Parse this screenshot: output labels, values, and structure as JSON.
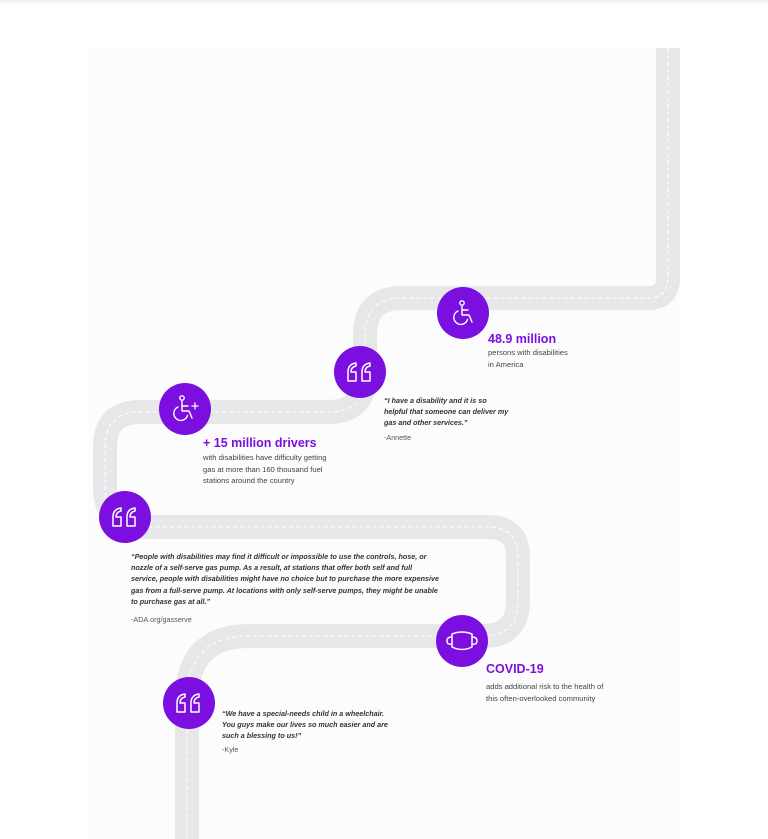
{
  "colors": {
    "accent": "#7a0fe0",
    "road": "#e7e7e9",
    "road_dash": "#ffffff",
    "icon": "#ffffff"
  },
  "stats": [
    {
      "icon": "wheelchair-icon",
      "title": "48.9 million",
      "desc": "persons with disabilities\nin America"
    },
    {
      "icon": "wheelchair-plus-icon",
      "title": "+ 15 million drivers",
      "desc": "with disabilities have difficulty getting\ngas at more than 160 thousand fuel\nstations around the country"
    },
    {
      "icon": "face-mask-icon",
      "title": "COVID-19",
      "desc": "adds additional risk to the health of\nthis often-overlooked community"
    }
  ],
  "quotes": [
    {
      "icon": "quote-icon",
      "text": "“I have a disability and it is so\nhelpful that someone can deliver my\ngas and other services.”",
      "author": "-Annette"
    },
    {
      "icon": "quote-icon",
      "text": "“People with disabilities may find it difficult or impossible to use the controls, hose, or\nnozzle of a self-serve gas pump. As a result, at stations that offer both self and full\nservice, people with disabilities might have no choice but to purchase the more expensive\ngas from a full-serve pump. At locations with only self-serve pumps, they might be unable\nto purchase gas at all.”",
      "author": "-ADA.org/gasserve"
    },
    {
      "icon": "quote-icon",
      "text": "“We have a special-needs child in a wheelchair.\nYou guys make our lives so much easier and are\nsuch a blessing to us!”",
      "author": "-Kyle"
    }
  ]
}
